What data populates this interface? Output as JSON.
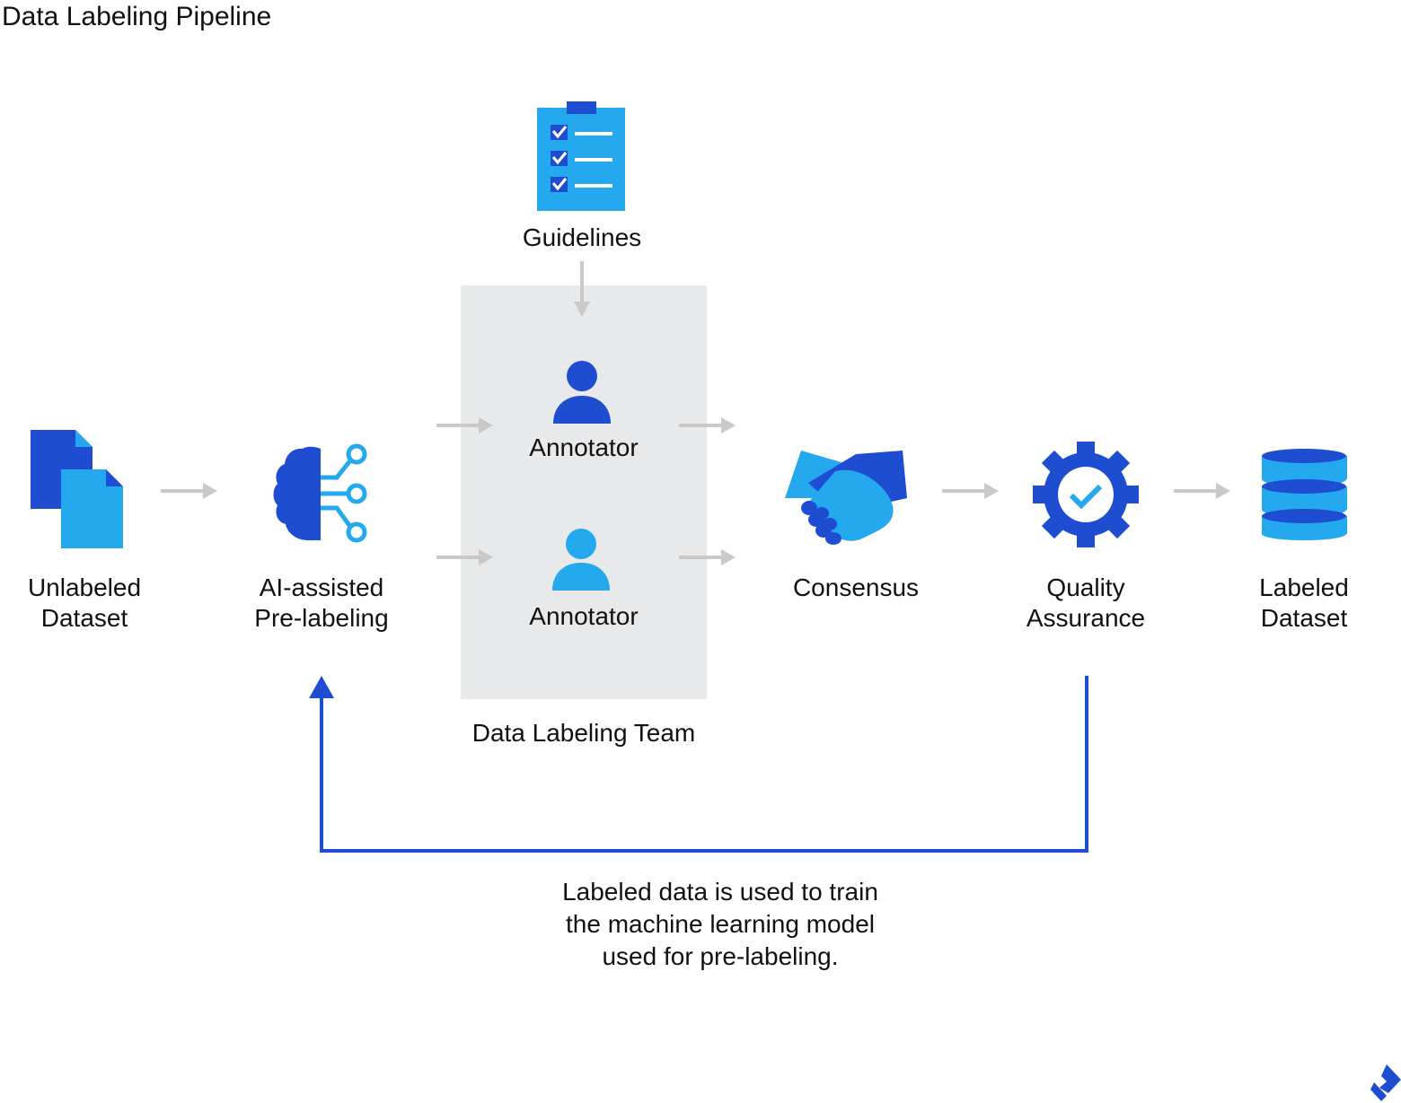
{
  "title": "Data Labeling Pipeline",
  "colors": {
    "dark_blue": "#1F4DD1",
    "light_blue": "#24A9EF",
    "arrow_gray": "#C9C9C9",
    "team_box": "#E8E9EB",
    "feedback_line": "#1F4DD1"
  },
  "nodes": {
    "guidelines": {
      "label": "Guidelines",
      "icon": "clipboard-checklist-icon"
    },
    "unlabeled": {
      "line1": "Unlabeled",
      "line2": "Dataset",
      "icon": "documents-icon"
    },
    "ai": {
      "line1": "AI-assisted",
      "line2": "Pre-labeling",
      "icon": "brain-circuit-icon"
    },
    "annotator1": {
      "label": "Annotator",
      "icon": "person-icon"
    },
    "annotator2": {
      "label": "Annotator",
      "icon": "person-icon"
    },
    "consensus": {
      "label": "Consensus",
      "icon": "handshake-icon"
    },
    "qa": {
      "line1": "Quality",
      "line2": "Assurance",
      "icon": "gear-check-icon"
    },
    "labeled": {
      "line1": "Labeled",
      "line2": "Dataset",
      "icon": "database-icon"
    }
  },
  "team": {
    "label": "Data Labeling Team"
  },
  "feedback": {
    "line1": "Labeled data is used to train",
    "line2": "the machine learning model",
    "line3": "used for pre-labeling."
  },
  "logo": {
    "name": "toptal-logo-icon"
  }
}
